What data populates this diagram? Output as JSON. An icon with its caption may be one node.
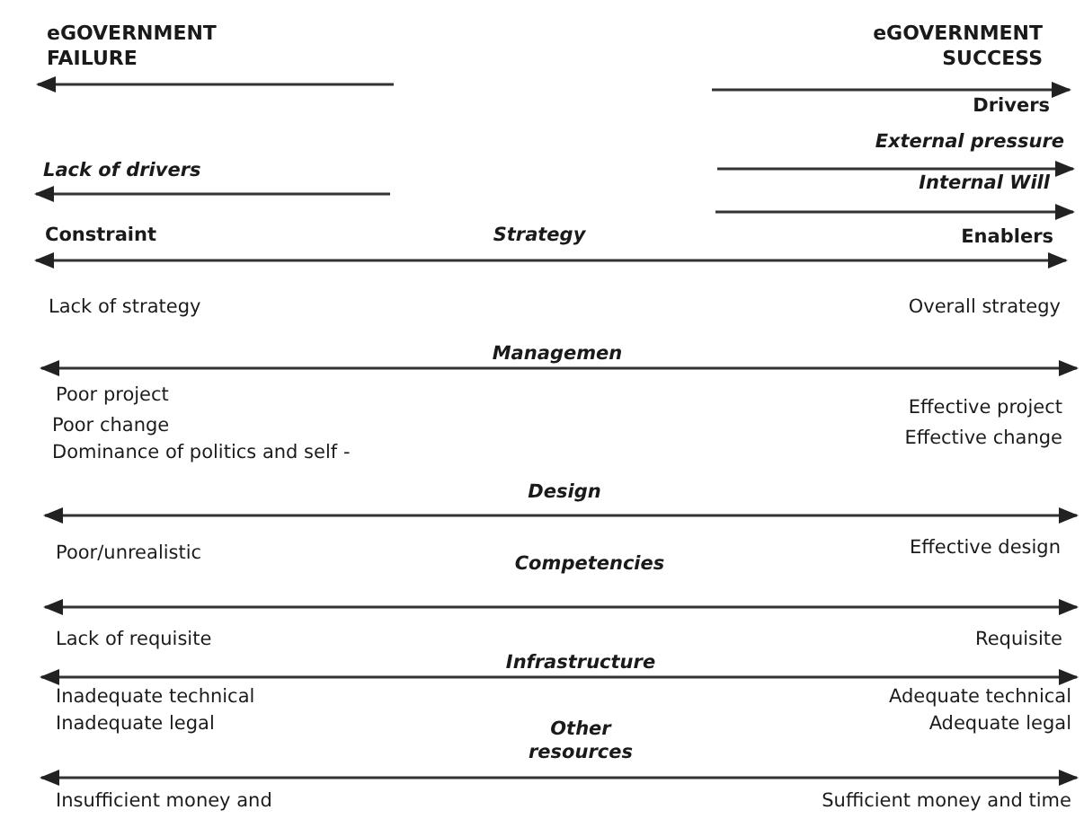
{
  "diagram": {
    "labels": [
      "eGOVERNMENT FAILURE",
      "eGOVERNMENT SUCCESS",
      "Drivers",
      "External pressure",
      "Lack of drivers",
      "Internal Will",
      "Constraint",
      "Strategy",
      "Enablers",
      "Lack of strategy",
      "Overall strategy",
      "Managemen",
      "Poor project",
      "Effective project",
      "Poor change",
      "Effective change",
      "Dominance of politics and self -",
      "Design",
      "Poor/unrealistic",
      "Effective design",
      "Competencies",
      "Lack of requisite",
      "Requisite",
      "Infrastructure",
      "Inadequate technical",
      "Adequate technical",
      "Inadequate legal",
      "Other resources",
      "Adequate legal",
      "Insufficient money and",
      "Sufficient money and time"
    ]
  }
}
